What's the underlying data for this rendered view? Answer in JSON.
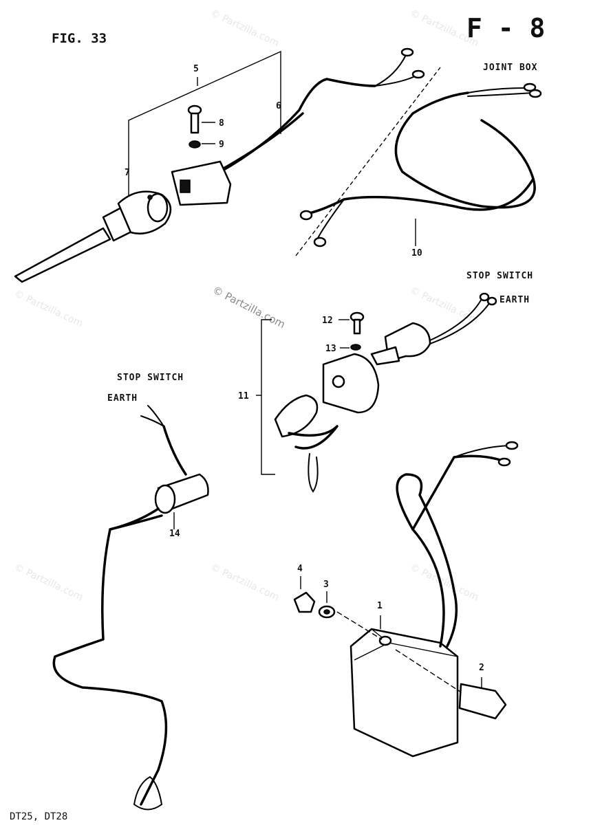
{
  "figure_label": "FIG. 33",
  "page_code": "F - 8",
  "models_footer": "DT25, DT28",
  "watermark": "© Partzilla.com",
  "annotations": {
    "joint_box": "JOINT BOX",
    "stop_switch_top": "STOP SWITCH",
    "earth_top": "EARTH",
    "stop_switch_left": "STOP SWITCH",
    "earth_left": "EARTH"
  },
  "callouts": {
    "c1": "1",
    "c2": "2",
    "c3": "3",
    "c4": "4",
    "c5": "5",
    "c6": "6",
    "c7": "7",
    "c8": "8",
    "c9": "9",
    "c10": "10",
    "c11": "11",
    "c12": "12",
    "c13": "13",
    "c14": "14"
  }
}
